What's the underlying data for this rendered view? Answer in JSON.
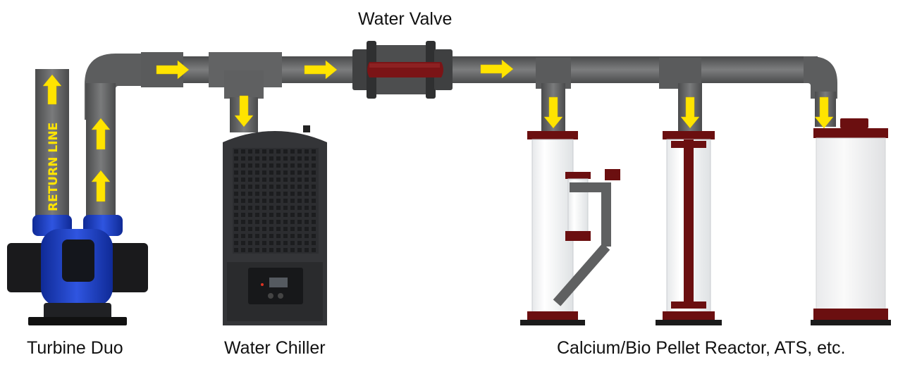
{
  "labels": {
    "water_valve": "Water Valve",
    "turbine_duo": "Turbine Duo",
    "water_chiller": "Water Chiller",
    "reactor": "Calcium/Bio Pellet Reactor, ATS, etc.",
    "return_line": "RETURN LINE"
  },
  "colors": {
    "pipe": "#5f6061",
    "arrow": "#ffe400",
    "reactor_cap": "#6b0f10",
    "pump_blue": "#1637b8",
    "chiller": "#343538"
  }
}
